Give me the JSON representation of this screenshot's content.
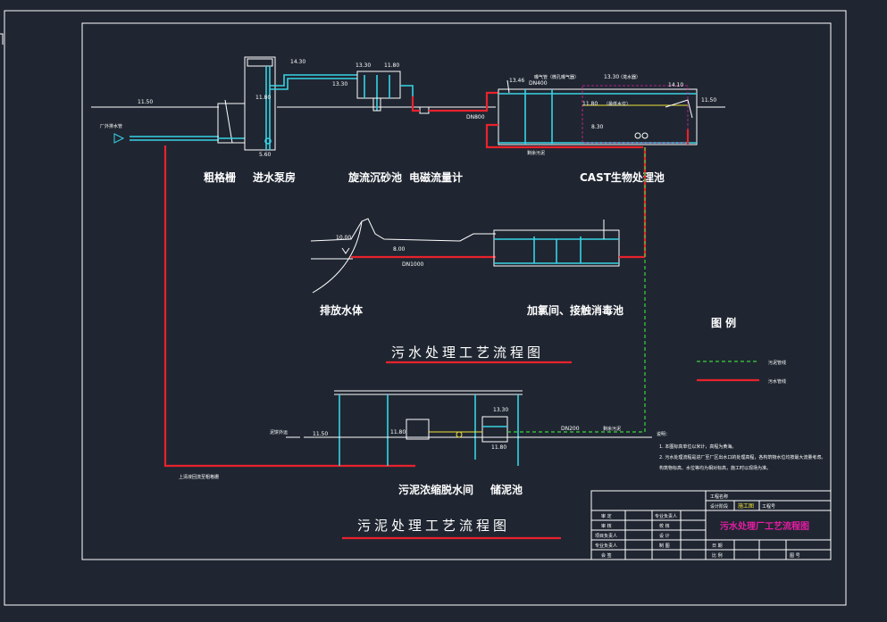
{
  "colors": {
    "background": "#1f2631",
    "line": "#ffffff",
    "water": "#38d3e6",
    "sewage_pipe": "#e8222c",
    "sludge_pipe": "#3cd23c",
    "title_magenta": "#e41da3"
  },
  "diagram": {
    "sewage_title": "污水处理工艺流程图",
    "sludge_title": "污泥处理工艺流程图",
    "units": {
      "coarse_screen": "粗格栅",
      "inlet_pump": "进水泵房",
      "grit_chamber": "旋流沉砂池",
      "flow_meter": "电磁流量计",
      "cast_tank": "CAST生物处理池",
      "discharge": "排放水体",
      "chlorine_tank": "加氯间、接触消毒池",
      "sludge_house": "污泥浓缩脱水间",
      "sludge_tank": "储泥池"
    },
    "elevations": {
      "inlet_left": "11.50",
      "pump_top": "14.30",
      "grit_top": "13.30",
      "grit_water": "11.80",
      "pump_water": "13.30",
      "pump_bottom": "5.60",
      "cast_a": "13.46",
      "cast_b": "13.30",
      "cast_c": "14.10",
      "cast_d": "11.50",
      "cast_e": "11.80",
      "cast_f": "8.30",
      "river": "10.00",
      "outlet": "8.00",
      "sludge_left": "11.50",
      "sludge_mid": "11.80",
      "sludge_tank_top": "13.30",
      "sludge_tank_bottom": "11.80"
    },
    "pipes": {
      "dn800": "DN800",
      "dn1000": "DN1000",
      "dn400": "DN400",
      "dn200": "DN200"
    },
    "small_labels": {
      "inlet_pipe": "厂外排水管",
      "cast_note_a": "曝气管（微孔曝气器）",
      "cast_note_b": "（滗水器）",
      "cast_note_c": "（最低水位）",
      "cast_bottom": "剩余污泥",
      "sludge_inlet": "剩余污泥",
      "return_pipe": "上清液回流至粗格栅",
      "sludge_cake": "泥饼外运"
    }
  },
  "legend": {
    "title": "图  例",
    "items": [
      {
        "label": "污泥管线",
        "color": "#3cd23c",
        "style": "dashed"
      },
      {
        "label": "污水管线",
        "color": "#e8222c",
        "style": "solid"
      }
    ]
  },
  "notes": {
    "title": "说明：",
    "lines": [
      "1. 本图标高单位以米计，高程为黄海。",
      "2. 污水处理流程是进厂至厂区出水口的处理高程，各构筑物水位均按最大流量考虑。",
      "   构筑物标高、水位等均为相对标高，施工时以现场为准。"
    ]
  },
  "title_block": {
    "project_label": "工程名称",
    "design_stage_label": "设计阶段",
    "design_stage_value": "施工图",
    "project_no_label": "工程号",
    "drawing_title": "污水处理厂工艺流程图",
    "rows": [
      [
        "审 定",
        "专业负责人"
      ],
      [
        "审 核",
        "校 核"
      ],
      [
        "项目负责人",
        "设 计"
      ],
      [
        "专业负责人",
        "制 图"
      ],
      [
        "会 签",
        ""
      ]
    ],
    "date_label": "日 期",
    "scale_label": "比 例",
    "sheet_label": "图 号"
  }
}
